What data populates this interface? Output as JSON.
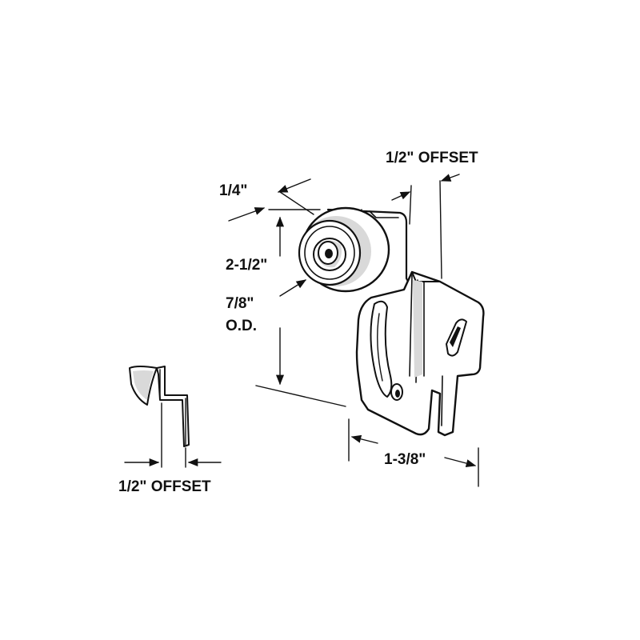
{
  "diagram": {
    "labels": {
      "offset_top": "1/2\" OFFSET",
      "quarter": "1/4\"",
      "height": "2-1/2\"",
      "wheel_od_line1": "7/8\"",
      "wheel_od_line2": "O.D.",
      "width": "1-3/8\"",
      "offset_side": "1/2\" OFFSET"
    },
    "colors": {
      "line": "#111111",
      "background": "#ffffff",
      "shading": "#d9d9d9"
    }
  }
}
